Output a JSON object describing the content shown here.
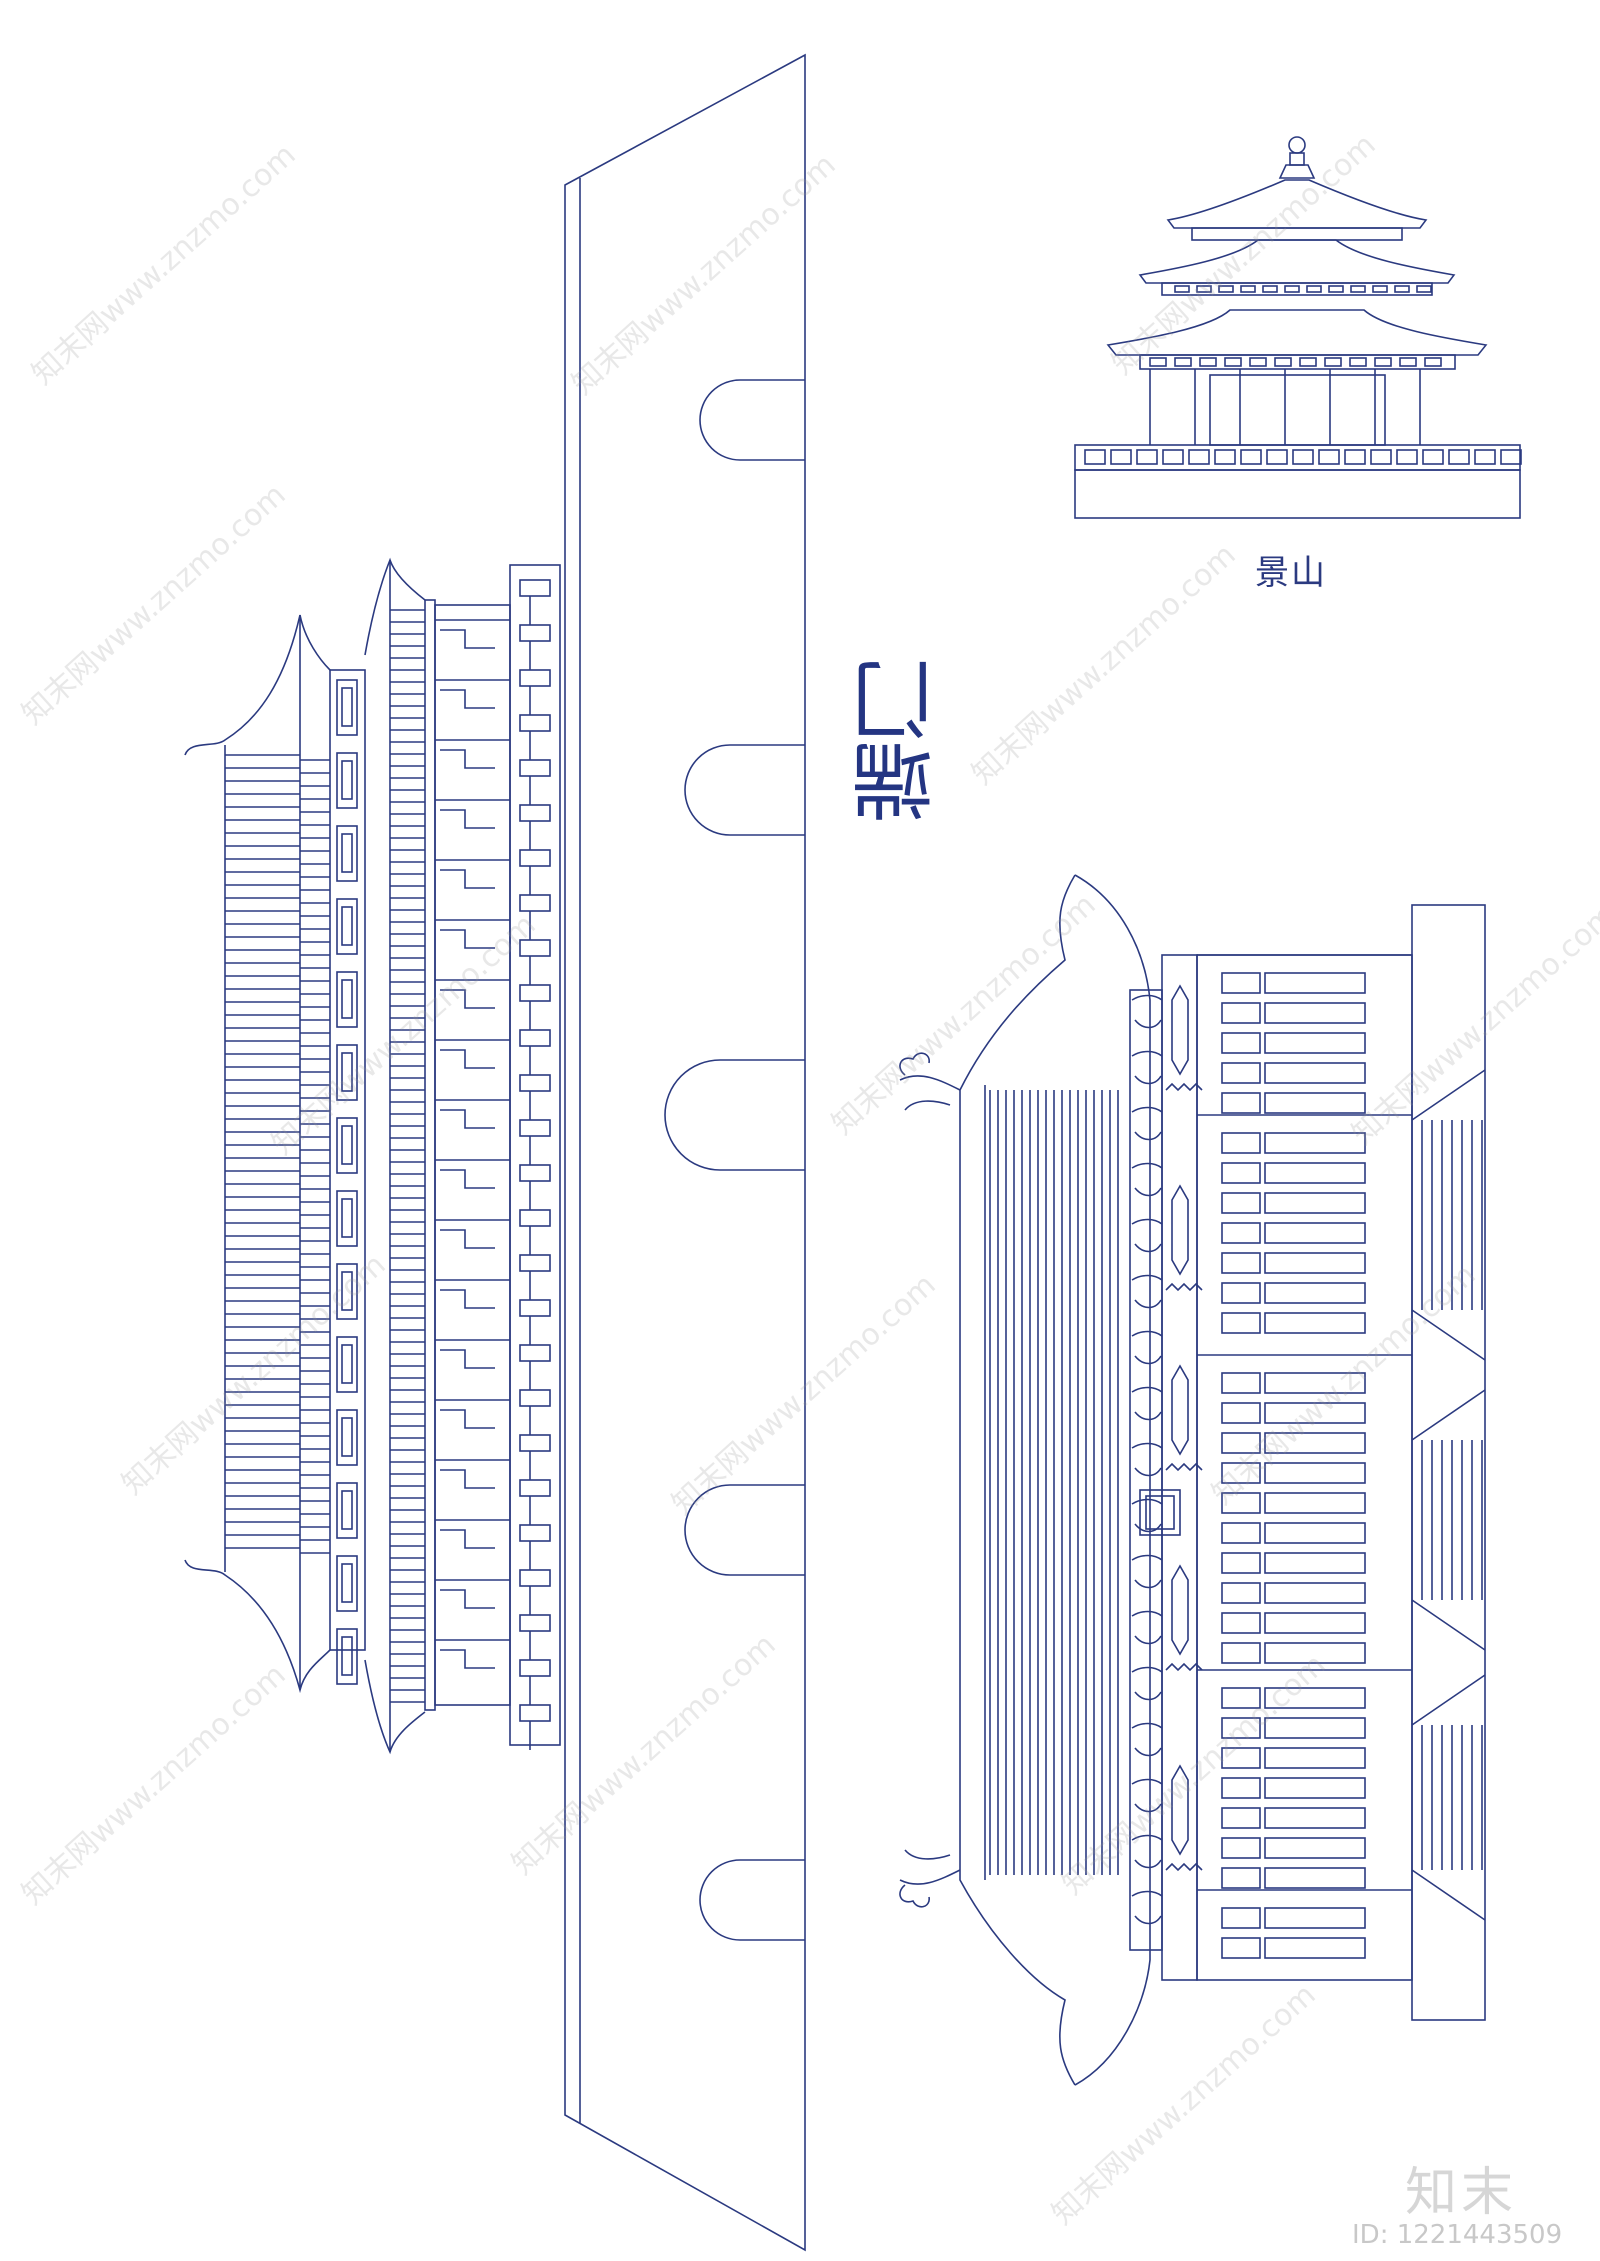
{
  "labels": {
    "jingshan": "景山",
    "duanmen": "端门"
  },
  "watermark": {
    "logo": "知末",
    "id": "ID: 1221443509",
    "repeat": "知末网www.znzmo.com"
  },
  "colors": {
    "line": "#2b3a80",
    "watermark": "#bdbdbd"
  }
}
